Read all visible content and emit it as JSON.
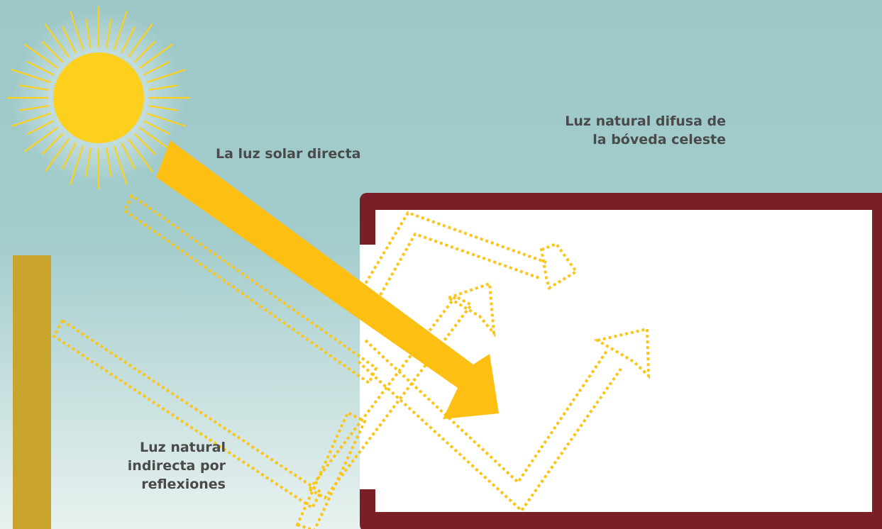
{
  "labels": {
    "direct_sunlight": "La luz solar directa",
    "diffuse_skylight": [
      "Luz natural difusa de",
      "la bóveda celeste"
    ],
    "indirect_reflected": [
      "Luz natural",
      "indirecta por",
      "reflexiones"
    ]
  },
  "colors": {
    "sky_top": "#9ec8c8",
    "sky_bottom": "#e8f2f0",
    "sun": "#fcd01d",
    "direct_beam": "#fcbf12",
    "dotted_rays": "#fcc51a",
    "room_wall": "#7a1e28",
    "room_interior": "#ffffff",
    "neighbor_wall": "#c9a42c",
    "text": "#4a4a4a"
  }
}
